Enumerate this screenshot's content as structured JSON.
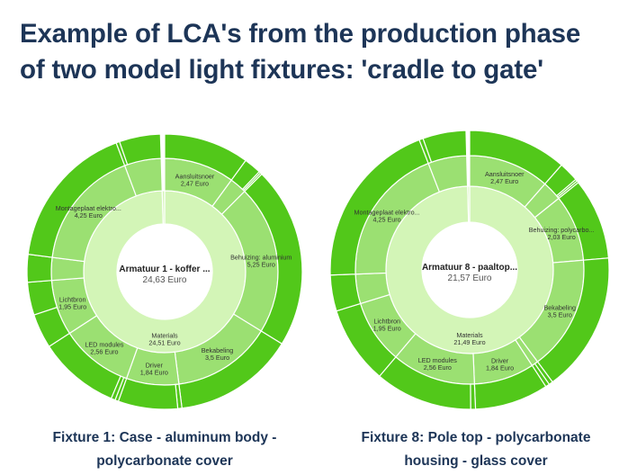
{
  "title_line1": "Example of LCA's from the production phase",
  "title_line2": "of two model light fixtures: 'cradle to gate'",
  "colors": {
    "title": "#1d3557",
    "ring_inner": "#d3f5b7",
    "ring_middle": "#9be072",
    "ring_outer": "#52c81a",
    "separator": "#ffffff"
  },
  "chart_data": [
    {
      "type": "sunburst",
      "caption_line1": "Fixture 1: Case - aluminum body -",
      "caption_line2": "polycarbonate cover",
      "center_name": "Armatuur 1 - koffer ...",
      "center_value": "24,63 Euro",
      "total": 24.63,
      "inner": [
        {
          "label": "Materials",
          "value_label": "24,51 Euro",
          "value": 24.51
        },
        {
          "label": "",
          "value_label": "",
          "value": 0.12
        }
      ],
      "middle": [
        {
          "label": "Aansluitsnoer",
          "value_label": "2,47 Euro",
          "value": 2.47,
          "children": [
            2.47
          ]
        },
        {
          "label": "",
          "value_label": "",
          "value": 0.6,
          "children": [
            0.5,
            0.05,
            0.05
          ]
        },
        {
          "label": "Behuizing: aluminium",
          "value_label": "5,25 Euro",
          "value": 5.25,
          "children": [
            5.25
          ]
        },
        {
          "label": "Bekabeling",
          "value_label": "3,5 Euro",
          "value": 3.5,
          "children": [
            3.5
          ]
        },
        {
          "label": "Driver",
          "value_label": "1,84 Euro",
          "value": 1.84,
          "children": [
            0.12,
            1.72
          ]
        },
        {
          "label": "LED modules",
          "value_label": "2,56 Euro",
          "value": 2.56,
          "children": [
            0.1,
            0.12,
            2.34
          ]
        },
        {
          "label": "Lichtbron",
          "value_label": "1,95 Euro",
          "value": 1.95,
          "children": [
            1.0,
            0.95
          ]
        },
        {
          "label": "",
          "value_label": "",
          "value": 0.8,
          "children": [
            0.8
          ]
        },
        {
          "label": "Montageplaat elektro...",
          "value_label": "4,25 Euro",
          "value": 4.25,
          "children": [
            4.25
          ]
        },
        {
          "label": "",
          "value_label": "",
          "value": 1.29,
          "children": [
            0.1,
            1.19
          ]
        }
      ]
    },
    {
      "type": "sunburst",
      "caption_line1": "Fixture 8: Pole top - polycarbonate",
      "caption_line2": "housing - glass cover",
      "center_name": "Armatuur 8 - paaltop...",
      "center_value": "21,57 Euro",
      "total": 21.57,
      "inner": [
        {
          "label": "Materials",
          "value_label": "21,49 Euro",
          "value": 21.49
        },
        {
          "label": "",
          "value_label": "",
          "value": 0.08
        }
      ],
      "middle": [
        {
          "label": "Aansluitsnoer",
          "value_label": "2,47 Euro",
          "value": 2.47,
          "children": [
            2.47
          ]
        },
        {
          "label": "",
          "value_label": "",
          "value": 0.6,
          "children": [
            0.5,
            0.05,
            0.05
          ]
        },
        {
          "label": "Behuizing: polycarbo...",
          "value_label": "2,03 Euro",
          "value": 2.03,
          "children": [
            2.03
          ]
        },
        {
          "label": "Bekabeling",
          "value_label": "3,5 Euro",
          "value": 3.5,
          "children": [
            3.5
          ]
        },
        {
          "label": "",
          "value_label": "",
          "value": 0.2,
          "children": [
            0.1,
            0.1
          ]
        },
        {
          "label": "Driver",
          "value_label": "1,84 Euro",
          "value": 1.84,
          "children": [
            1.84
          ]
        },
        {
          "label": "LED modules",
          "value_label": "2,56 Euro",
          "value": 2.56,
          "children": [
            0.12,
            2.44
          ]
        },
        {
          "label": "Lichtbron",
          "value_label": "1,95 Euro",
          "value": 1.95,
          "children": [
            1.95
          ]
        },
        {
          "label": "",
          "value_label": "",
          "value": 0.9,
          "children": [
            0.9
          ]
        },
        {
          "label": "Montageplaat elektro...",
          "value_label": "4,25 Euro",
          "value": 4.25,
          "children": [
            4.25
          ]
        },
        {
          "label": "",
          "value_label": "",
          "value": 1.18,
          "children": [
            0.1,
            1.08
          ]
        }
      ]
    }
  ]
}
